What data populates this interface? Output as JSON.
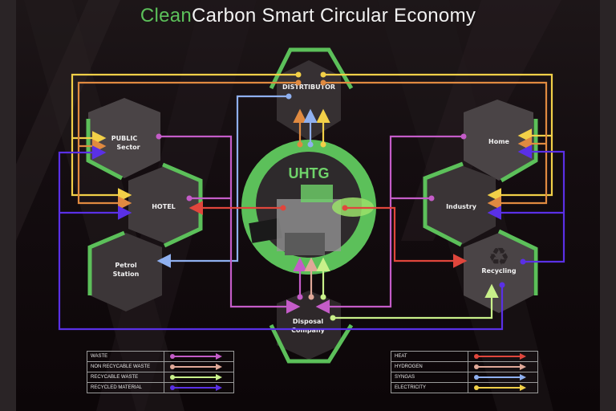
{
  "title": {
    "accent": "Clean",
    "rest": "Carbon Smart Circular Economy"
  },
  "center": {
    "label": "UHTG"
  },
  "nodes": {
    "distributor": "DISTRTIBUTOR",
    "public_sector_1": "PUBLIC",
    "public_sector_2": "Sector",
    "hotel": "HOTEL",
    "petrol_1": "Petrol",
    "petrol_2": "Station",
    "home": "Home",
    "industry": "Industry",
    "recycling": "Recycling",
    "disposal_1": "Disposal",
    "disposal_2": "Company"
  },
  "colors": {
    "waste": "#c45cc8",
    "non_recyclable_waste": "#e0a898",
    "recyclable_waste": "#c8f08a",
    "recycled_material": "#5a30e6",
    "heat": "#e0463c",
    "hydrogen": "#e0a898",
    "syngas": "#8fb0f0",
    "electricity": "#f2d048",
    "orange_line": "#e08a40",
    "green": "#5cc05a"
  },
  "legend_left": [
    {
      "label": "WASTE",
      "color": "#c45cc8"
    },
    {
      "label": "NON RECYCABLE WASTE",
      "color": "#e0a898"
    },
    {
      "label": "RECYCABLE WASTE",
      "color": "#c8f08a"
    },
    {
      "label": "RECYCLED MATERIAL",
      "color": "#5a30e6"
    }
  ],
  "legend_right": [
    {
      "label": "HEAT",
      "color": "#e0463c"
    },
    {
      "label": "HYDROGEN",
      "color": "#e0a898"
    },
    {
      "label": "SYNGAS",
      "color": "#8fb0f0"
    },
    {
      "label": "ELECTRICITY",
      "color": "#f2d048"
    }
  ]
}
